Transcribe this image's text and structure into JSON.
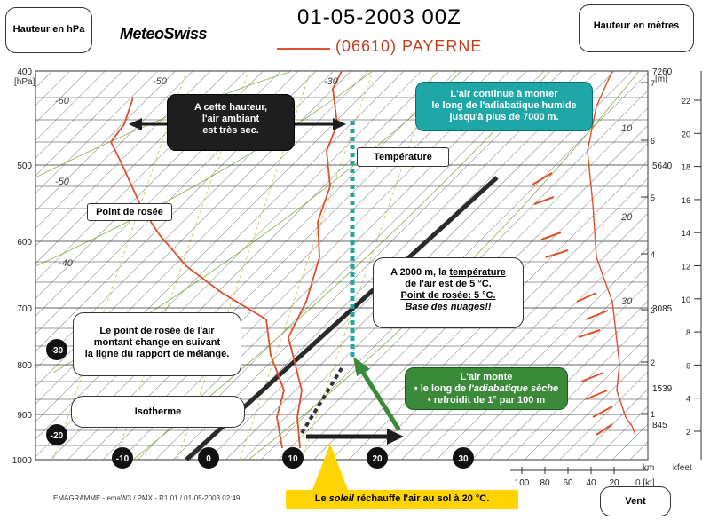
{
  "header": {
    "date_run": "01-05-2003  00Z",
    "brand": "MeteoSwiss",
    "station": "(06610)  PAYERNE",
    "left_axis_box": "Hauteur en hPa",
    "right_axis_box": "Hauteur en mètres",
    "wind_box": "Vent"
  },
  "footer": {
    "credit": "EMAGRAMME - emaW3  /  PMX - R1.01  /  01-05-2003  02:49",
    "km_label": "km",
    "kfeet_label": "kfeet",
    "kt_label": "0 [kt]"
  },
  "axes": {
    "hpa_unit": "[hPa]",
    "m_unit": "[m]",
    "pressure_ticks": [
      "400",
      "500",
      "600",
      "700",
      "800",
      "900",
      "1000"
    ],
    "altitude_ticks_m": [
      "7260",
      "5640",
      "3085",
      "1539",
      "845"
    ],
    "km_ticks": [
      "7",
      "6",
      "5",
      "4",
      "3",
      "2",
      "1"
    ],
    "kfeet_ticks": [
      "22",
      "20",
      "18",
      "16",
      "14",
      "12",
      "10",
      "8",
      "6",
      "4",
      "2"
    ],
    "wind_ticks": [
      "100",
      "80",
      "60",
      "40",
      "20"
    ],
    "temp_circles": [
      "-10",
      "0",
      "10",
      "20",
      "30"
    ],
    "temp_circles_left": [
      "-30",
      "-20"
    ],
    "skew_labels": [
      "-60",
      "-50",
      "-30",
      "-50",
      "-40",
      "10",
      "20",
      "30"
    ]
  },
  "callouts": {
    "dry_air": [
      "A cette hauteur,",
      "l'air ambiant",
      "est très sec."
    ],
    "moist_adiabatic": [
      "L'air continue à monter",
      "le long de l'adiabatique humide",
      "jusqu'à plus de 7000 m."
    ],
    "temperature": "Température",
    "dewpoint": "Point de rosée",
    "base_line1_pre": "A 2000 m, la ",
    "base_line1_u": "température",
    "base_line2": "de l'air est de 5 °C.",
    "base_line3": "Point de rosée: 5 °C.",
    "base_line4": "Base des nuages!!",
    "mixing_line1": "Le point de rosée de l'air",
    "mixing_line2": "montant change en suivant",
    "mixing_line3_pre": "la ligne du ",
    "mixing_line3_u": "rapport de mélange",
    "mixing_line3_post": ".",
    "isotherm": "Isotherme",
    "dry_line1": "L'air monte",
    "dry_line2_pre": "• le long de ",
    "dry_line2_i": "l'adiabatique sèche",
    "dry_line3": "• refroidit de 1° par 100 m",
    "sun_pre": "Le ",
    "sun_i": "soleil",
    "sun_post": " réchauffe l'air au sol à 20 °C."
  },
  "colors": {
    "profile": "#e0502a",
    "teal": "#1fa6a6",
    "green": "#3a8a3a",
    "yellow": "#ffd400",
    "dark": "#1e1e1e"
  }
}
